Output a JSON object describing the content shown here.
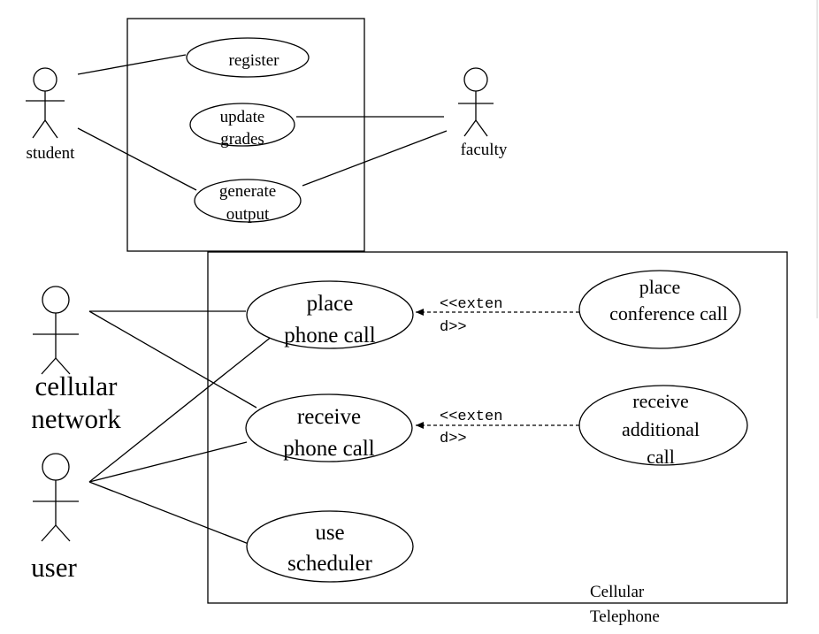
{
  "grading_system": {
    "actors": {
      "student": "student",
      "faculty": "faculty"
    },
    "use_cases": {
      "register": [
        "register"
      ],
      "update_grades": [
        "update",
        "grades"
      ],
      "generate_output": [
        "generate",
        "output"
      ]
    }
  },
  "cellular_telephone": {
    "boundary_label": [
      "Cellular",
      "Telephone"
    ],
    "actors": {
      "cellular_network": [
        "cellular",
        "network"
      ],
      "user": "user"
    },
    "use_cases": {
      "place_phone_call": [
        "place",
        "phone call"
      ],
      "receive_phone_call": [
        "receive",
        "phone call"
      ],
      "use_scheduler": [
        "use",
        "scheduler"
      ],
      "place_conference_call": [
        "place",
        "conference call"
      ],
      "receive_additional_call": [
        "receive",
        "additional",
        "call"
      ]
    },
    "relationships": {
      "extend_conference": [
        "<<exten",
        "d>>"
      ],
      "extend_additional": [
        "<<exten",
        "d>>"
      ]
    }
  }
}
